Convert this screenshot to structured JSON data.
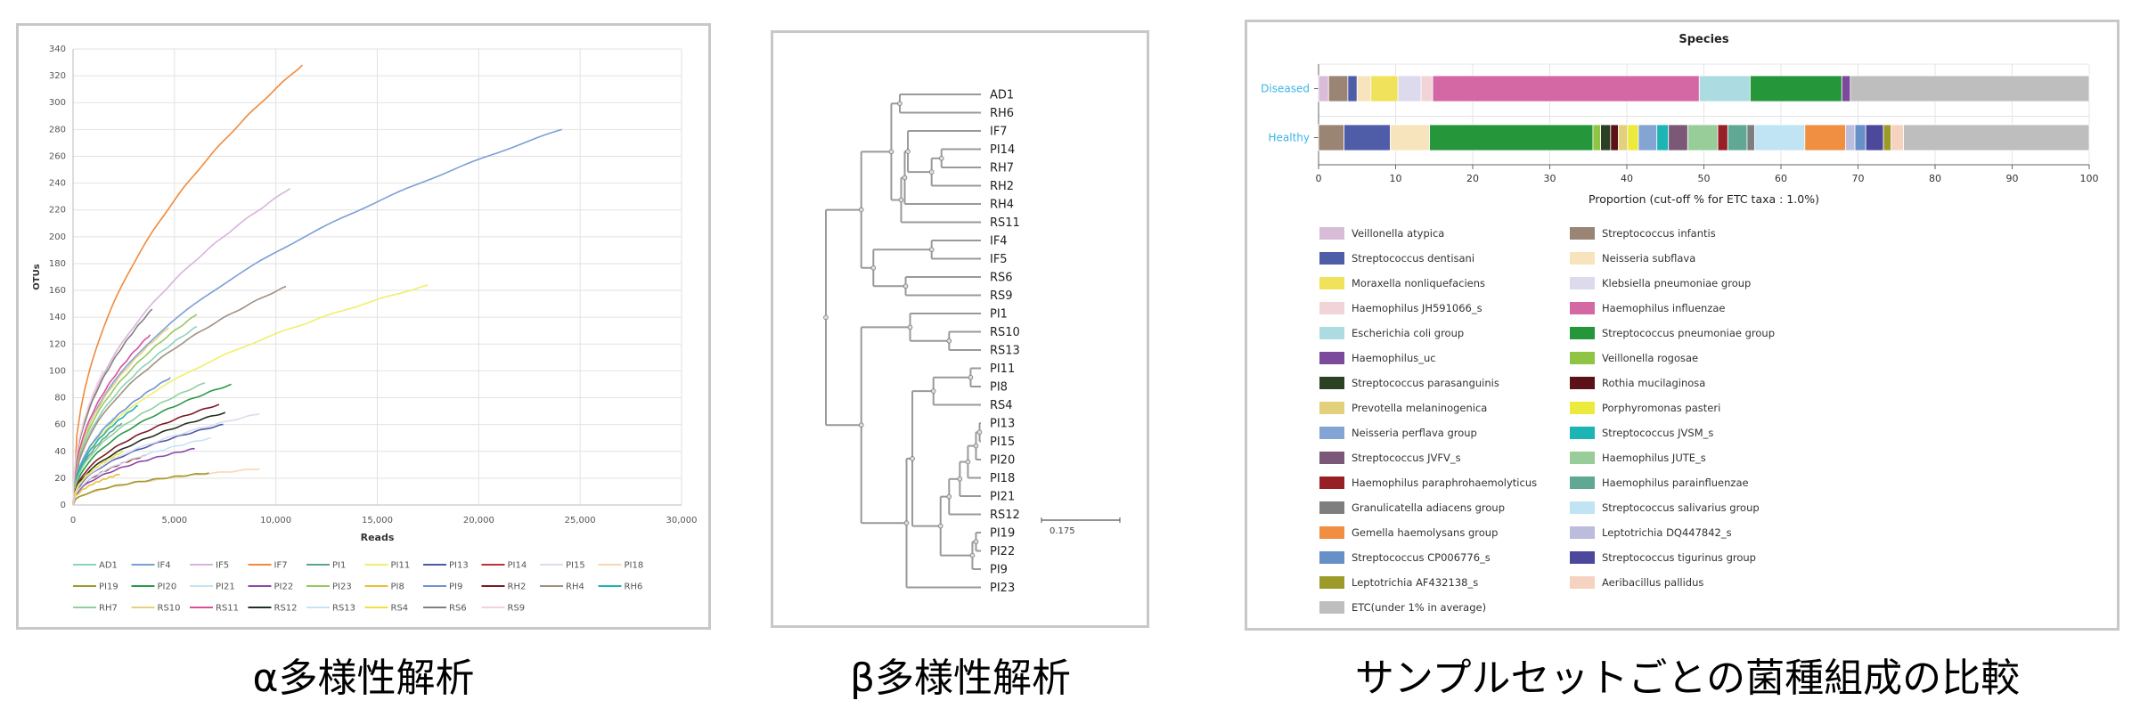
{
  "captions": {
    "alpha": "α多様性解析",
    "beta": "β多様性解析",
    "species": "サンプルセットごとの菌種組成の比較"
  },
  "chart_data": [
    {
      "type": "line",
      "title": "",
      "xlabel": "Reads",
      "ylabel": "OTUs",
      "xlim": [
        0,
        30000
      ],
      "ylim": [
        0,
        340
      ],
      "xticks": [
        "0",
        "5,000",
        "10,000",
        "15,000",
        "20,000",
        "25,000",
        "30,000"
      ],
      "yticks": [
        "0",
        "20",
        "40",
        "60",
        "80",
        "100",
        "120",
        "140",
        "160",
        "180",
        "200",
        "220",
        "240",
        "260",
        "280",
        "300",
        "320",
        "340"
      ],
      "grid": true,
      "legend_position": "bottom",
      "series": [
        {
          "name": "AD1",
          "color": "#8fd3b9",
          "max_reads": 6100,
          "max_otus": 133
        },
        {
          "name": "IF4",
          "color": "#7a9fd6",
          "max_reads": 24100,
          "max_otus": 280
        },
        {
          "name": "IF5",
          "color": "#d8b4dc",
          "max_reads": 10700,
          "max_otus": 236
        },
        {
          "name": "IF7",
          "color": "#f08a3c",
          "max_reads": 11300,
          "max_otus": 328
        },
        {
          "name": "PI1",
          "color": "#5ba58c",
          "max_reads": 2400,
          "max_otus": 61
        },
        {
          "name": "PI11",
          "color": "#f2ee6a",
          "max_reads": 17500,
          "max_otus": 164
        },
        {
          "name": "PI13",
          "color": "#4a5aa8",
          "max_reads": 7400,
          "max_otus": 60
        },
        {
          "name": "PI14",
          "color": "#c0303a",
          "max_reads": 3600,
          "max_otus": 37
        },
        {
          "name": "PI15",
          "color": "#dcdcf0",
          "max_reads": 9200,
          "max_otus": 68
        },
        {
          "name": "PI18",
          "color": "#f7d9b0",
          "max_reads": 9200,
          "max_otus": 27
        },
        {
          "name": "PI19",
          "color": "#a09830",
          "max_reads": 6700,
          "max_otus": 24
        },
        {
          "name": "PI20",
          "color": "#2a9a48",
          "max_reads": 7800,
          "max_otus": 90
        },
        {
          "name": "PI21",
          "color": "#bfe6f0",
          "max_reads": 2000,
          "max_otus": 65
        },
        {
          "name": "PI22",
          "color": "#8a4aa8",
          "max_reads": 6000,
          "max_otus": 42
        },
        {
          "name": "PI23",
          "color": "#98c860",
          "max_reads": 6100,
          "max_otus": 142
        },
        {
          "name": "PI8",
          "color": "#e8c030",
          "max_reads": 2300,
          "max_otus": 23
        },
        {
          "name": "PI9",
          "color": "#6f92d4",
          "max_reads": 4800,
          "max_otus": 95
        },
        {
          "name": "RH2",
          "color": "#7c1a24",
          "max_reads": 7200,
          "max_otus": 75
        },
        {
          "name": "RH4",
          "color": "#a09080",
          "max_reads": 10500,
          "max_otus": 163
        },
        {
          "name": "RH6",
          "color": "#20b4b0",
          "max_reads": 3200,
          "max_otus": 74
        },
        {
          "name": "RH7",
          "color": "#90d0a0",
          "max_reads": 6500,
          "max_otus": 91
        },
        {
          "name": "RS10",
          "color": "#e8d080",
          "max_reads": 4700,
          "max_otus": 132
        },
        {
          "name": "RS11",
          "color": "#d8509a",
          "max_reads": 3800,
          "max_otus": 127
        },
        {
          "name": "RS12",
          "color": "#203020",
          "max_reads": 7500,
          "max_otus": 69
        },
        {
          "name": "RS13",
          "color": "#c4e4f8",
          "max_reads": 6800,
          "max_otus": 50
        },
        {
          "name": "RS4",
          "color": "#f0e040",
          "max_reads": 2500,
          "max_otus": 40
        },
        {
          "name": "RS6",
          "color": "#808080",
          "max_reads": 3900,
          "max_otus": 146
        },
        {
          "name": "RS9",
          "color": "#f4d0dc",
          "max_reads": 1500,
          "max_otus": 100
        }
      ]
    },
    {
      "type": "dendrogram",
      "scale_bar_label": "0.175",
      "scale_bar_value": 0.175,
      "tree": {
        "h": 0,
        "c": [
          {
            "h": 0.079,
            "c": [
              {
                "h": 0.146,
                "c": [
                  {
                    "h": 0.165,
                    "c": [
                      {
                        "n": "AD1"
                      },
                      {
                        "n": "RH6"
                      }
                    ]
                  },
                  {
                    "h": 0.168,
                    "c": [
                      {
                        "h": 0.176,
                        "c": [
                          {
                            "h": 0.183,
                            "c": [
                              {
                                "n": "IF7"
                              },
                              {
                                "h": 0.236,
                                "c": [
                                  {
                                    "h": 0.258,
                                    "c": [
                                      {
                                        "n": "PI14"
                                      },
                                      {
                                        "n": "RH7"
                                      }
                                    ]
                                  },
                                  {
                                    "n": "RH2"
                                  }
                                ]
                              }
                            ]
                          },
                          {
                            "n": "RH4"
                          }
                        ]
                      },
                      {
                        "n": "RS11"
                      }
                    ]
                  }
                ]
              },
              {
                "h": 0.106,
                "c": [
                  {
                    "h": 0.236,
                    "c": [
                      {
                        "n": "IF4"
                      },
                      {
                        "n": "IF5"
                      }
                    ]
                  },
                  {
                    "h": 0.178,
                    "c": [
                      {
                        "n": "RS6"
                      },
                      {
                        "n": "RS9"
                      }
                    ]
                  }
                ]
              }
            ]
          },
          {
            "h": 0.079,
            "c": [
              {
                "h": 0.188,
                "c": [
                  {
                    "n": "PI1"
                  },
                  {
                    "h": 0.275,
                    "c": [
                      {
                        "n": "RS10"
                      },
                      {
                        "n": "RS13"
                      }
                    ]
                  }
                ]
              },
              {
                "h": 0.18,
                "c": [
                  {
                    "h": 0.193,
                    "c": [
                      {
                        "h": 0.24,
                        "c": [
                          {
                            "h": 0.323,
                            "c": [
                              {
                                "n": "PI11"
                              },
                              {
                                "n": "PI8"
                              }
                            ]
                          },
                          {
                            "n": "RS4"
                          }
                        ]
                      },
                      {
                        "h": 0.256,
                        "c": [
                          {
                            "h": 0.275,
                            "c": [
                              {
                                "h": 0.299,
                                "c": [
                                  {
                                    "h": 0.317,
                                    "c": [
                                      {
                                        "h": 0.335,
                                        "c": [
                                          {
                                            "h": 0.343,
                                            "c": [
                                              {
                                                "n": "PI13"
                                              },
                                              {
                                                "n": "PI15"
                                              }
                                            ]
                                          },
                                          {
                                            "n": "PI20"
                                          }
                                        ]
                                      },
                                      {
                                        "n": "PI18"
                                      }
                                    ]
                                  },
                                  {
                                    "n": "PI21"
                                  }
                                ]
                              },
                              {
                                "n": "RS12"
                              }
                            ]
                          },
                          {
                            "h": 0.327,
                            "c": [
                              {
                                "h": 0.335,
                                "c": [
                                  {
                                    "n": "PI19"
                                  },
                                  {
                                    "n": "PI22"
                                  }
                                ]
                              },
                              {
                                "n": "PI9"
                              }
                            ]
                          }
                        ]
                      }
                    ]
                  },
                  {
                    "n": "PI23"
                  }
                ]
              }
            ]
          }
        ]
      },
      "leaf_height": 0.346
    },
    {
      "type": "stacked-bar-horizontal",
      "title": "Species",
      "xlabel": "Proportion (cut-off % for ETC taxa : 1.0%)",
      "xlim": [
        0,
        100
      ],
      "xticks": [
        "0",
        "10",
        "20",
        "30",
        "40",
        "50",
        "60",
        "70",
        "80",
        "90",
        "100"
      ],
      "category_color": "#3cb4e6",
      "species": [
        {
          "name": "Veillonella atypica",
          "color": "#d8bcd8"
        },
        {
          "name": "Streptococcus dentisani",
          "color": "#4f5da8"
        },
        {
          "name": "Moraxella nonliquefaciens",
          "color": "#f0e25a"
        },
        {
          "name": "Haemophilus JH591066_s",
          "color": "#f0d4d8"
        },
        {
          "name": "Escherichia coli group",
          "color": "#acdce2"
        },
        {
          "name": "Haemophilus_uc",
          "color": "#7c4a9c"
        },
        {
          "name": "Streptococcus parasanguinis",
          "color": "#2c4024"
        },
        {
          "name": "Prevotella melaninogenica",
          "color": "#e2d07c"
        },
        {
          "name": "Neisseria perflava group",
          "color": "#84a4d4"
        },
        {
          "name": "Streptococcus JVFV_s",
          "color": "#7c5878"
        },
        {
          "name": "Haemophilus paraphrohaemolyticus",
          "color": "#962026"
        },
        {
          "name": "Granulicatella adiacens group",
          "color": "#7e7e7e"
        },
        {
          "name": "Gemella haemolysans group",
          "color": "#f08e42"
        },
        {
          "name": "Streptococcus CP006776_s",
          "color": "#6890c8"
        },
        {
          "name": "Leptotrichia AF432138_s",
          "color": "#9c9a28"
        },
        {
          "name": "ETC(under 1% in average)",
          "color": "#bebebe"
        },
        {
          "name": "Streptococcus infantis",
          "color": "#9a8474"
        },
        {
          "name": "Neisseria subflava",
          "color": "#f7e4bc"
        },
        {
          "name": "Klebsiella pneumoniae group",
          "color": "#dcdaec"
        },
        {
          "name": "Haemophilus influenzae",
          "color": "#d468a4"
        },
        {
          "name": "Streptococcus pneumoniae group",
          "color": "#26963a"
        },
        {
          "name": "Veillonella rogosae",
          "color": "#90c444"
        },
        {
          "name": "Rothia mucilaginosa",
          "color": "#5c1018"
        },
        {
          "name": "Porphyromonas pasteri",
          "color": "#ecea3c"
        },
        {
          "name": "Streptococcus JVSM_s",
          "color": "#1cb4b4"
        },
        {
          "name": "Haemophilus JUTE_s",
          "color": "#98cc98"
        },
        {
          "name": "Haemophilus parainfluenzae",
          "color": "#60a894"
        },
        {
          "name": "Streptococcus salivarius group",
          "color": "#c0e4f4"
        },
        {
          "name": "Leptotrichia DQ447842_s",
          "color": "#bcbcdc"
        },
        {
          "name": "Streptococcus tigurinus group",
          "color": "#4c489c"
        },
        {
          "name": "Aeribacillus pallidus",
          "color": "#f6d2c0"
        }
      ],
      "categories": [
        {
          "name": "Diseased",
          "segments": [
            {
              "s": 0,
              "v": 1.3
            },
            {
              "s": 16,
              "v": 2.5
            },
            {
              "s": 1,
              "v": 1.2
            },
            {
              "s": 17,
              "v": 1.8
            },
            {
              "s": 2,
              "v": 3.5
            },
            {
              "s": 18,
              "v": 3.0
            },
            {
              "s": 3,
              "v": 1.5
            },
            {
              "s": 19,
              "v": 34.6
            },
            {
              "s": 4,
              "v": 6.6
            },
            {
              "s": 20,
              "v": 11.9
            },
            {
              "s": 5,
              "v": 1.1
            },
            {
              "s": 15,
              "v": 31.0
            }
          ]
        },
        {
          "name": "Healthy",
          "segments": [
            {
              "s": 16,
              "v": 3.3
            },
            {
              "s": 1,
              "v": 6.0
            },
            {
              "s": 17,
              "v": 5.1
            },
            {
              "s": 20,
              "v": 21.2
            },
            {
              "s": 21,
              "v": 1.0
            },
            {
              "s": 6,
              "v": 1.3
            },
            {
              "s": 22,
              "v": 1.0
            },
            {
              "s": 7,
              "v": 1.2
            },
            {
              "s": 23,
              "v": 1.4
            },
            {
              "s": 8,
              "v": 2.4
            },
            {
              "s": 24,
              "v": 1.5
            },
            {
              "s": 9,
              "v": 2.5
            },
            {
              "s": 25,
              "v": 3.9
            },
            {
              "s": 10,
              "v": 1.3
            },
            {
              "s": 26,
              "v": 2.5
            },
            {
              "s": 11,
              "v": 1.0
            },
            {
              "s": 27,
              "v": 6.5
            },
            {
              "s": 12,
              "v": 5.3
            },
            {
              "s": 28,
              "v": 1.2
            },
            {
              "s": 13,
              "v": 1.4
            },
            {
              "s": 29,
              "v": 2.3
            },
            {
              "s": 14,
              "v": 1.0
            },
            {
              "s": 30,
              "v": 1.6
            },
            {
              "s": 15,
              "v": 24.1
            }
          ]
        }
      ]
    }
  ]
}
